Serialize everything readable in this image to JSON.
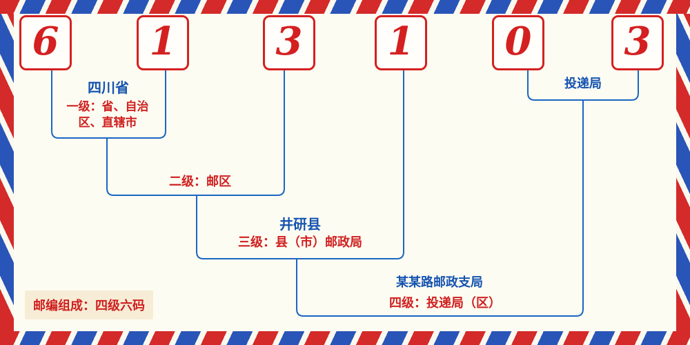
{
  "postal_code": {
    "digits": [
      "6",
      "1",
      "3",
      "1",
      "0",
      "3"
    ]
  },
  "labels": {
    "level1_name": "四川省",
    "level1_desc": "一级：省、自治区、直辖市",
    "level2_desc": "二级：邮区",
    "level3_name": "井研县",
    "level3_desc": "三级：县（市）邮政局",
    "level4_name": "某某路邮政支局",
    "level4_desc": "四级：投递局（区）",
    "delivery_office": "投递局",
    "footer_note": "邮编组成：四级六码"
  },
  "colors": {
    "digit_red": "#d42020",
    "line_blue": "#1a66c2",
    "label_blue": "#1553b0",
    "label_red": "#cf1f1f",
    "stripe_red": "#d42a2a",
    "stripe_blue": "#2a55b8",
    "background": "#fdfcf2",
    "note_background": "#f7edd6"
  }
}
